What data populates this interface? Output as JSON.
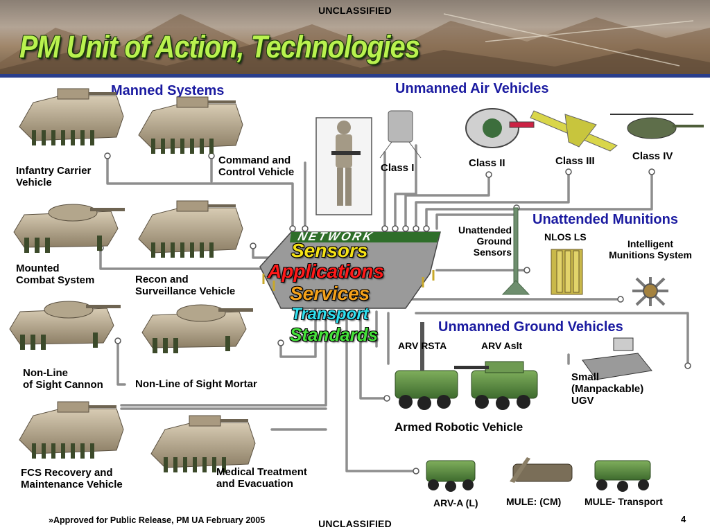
{
  "header": {
    "classification_top": "UNCLASSIFIED",
    "title": "PM Unit of Action, Technologies"
  },
  "sections": {
    "manned": "Manned Systems",
    "uav": "Unmanned Air Vehicles",
    "munitions": "Unattended Munitions",
    "ugv": "Unmanned Ground Vehicles"
  },
  "manned_systems": [
    {
      "label": "Infantry Carrier Vehicle"
    },
    {
      "label": "Command and Control Vehicle"
    },
    {
      "label": "Mounted Combat System"
    },
    {
      "label": "Recon and Surveillance Vehicle"
    },
    {
      "label": "Non-Line of Sight Cannon"
    },
    {
      "label": "Non-Line of Sight Mortar"
    },
    {
      "label": "FCS Recovery and Maintenance Vehicle"
    },
    {
      "label": "Medical Treatment and Evacuation"
    }
  ],
  "manned_lines": {
    "icv": [
      "Infantry Carrier",
      "Vehicle"
    ],
    "c2v": [
      "Command and",
      "Control Vehicle"
    ],
    "mcs": [
      "Mounted",
      "Combat System"
    ],
    "rsv": [
      "Recon and",
      "Surveillance Vehicle"
    ],
    "nlosc": [
      "Non-Line",
      "of Sight Cannon"
    ],
    "nlosm": "Non-Line of Sight Mortar",
    "frmv": [
      "FCS Recovery and",
      "Maintenance Vehicle"
    ],
    "mtv": [
      "Medical Treatment",
      "and Evacuation"
    ]
  },
  "uav": {
    "class1": "Class I",
    "class2": "Class II",
    "class3": "Class III",
    "class4": "Class IV"
  },
  "munitions": {
    "ugs": [
      "Unattended",
      "Ground",
      "Sensors"
    ],
    "nlos_ls": "NLOS LS",
    "ims": [
      "Intelligent",
      "Munitions System"
    ]
  },
  "ugv": {
    "arv_rsta": "ARV RSTA",
    "arv_aslt": "ARV Aslt",
    "arv": "Armed Robotic Vehicle",
    "small": [
      "Small",
      "(Manpackable)",
      "UGV"
    ],
    "arv_a_l": "ARV-A (L)",
    "mule_cm": "MULE: (CM)",
    "mule_t": "MULE- Transport"
  },
  "network_chip": {
    "top": "NETWORK",
    "layers": [
      {
        "text": "Sensors",
        "color": "#f5e216"
      },
      {
        "text": "Applications",
        "color": "#ff1a1a"
      },
      {
        "text": "Services",
        "color": "#f5a21b"
      },
      {
        "text": "Transport",
        "color": "#2fe0f0"
      },
      {
        "text": "Standards",
        "color": "#45e23a"
      }
    ]
  },
  "footer": {
    "note": "»Approved for Public Release, PM UA February 2005",
    "classification_bottom": "UNCLASSIFIED",
    "page": "4"
  },
  "colors": {
    "accent": "#1a1aa0",
    "title_green": "#b9f24f",
    "bar": "#2a3e8c"
  }
}
